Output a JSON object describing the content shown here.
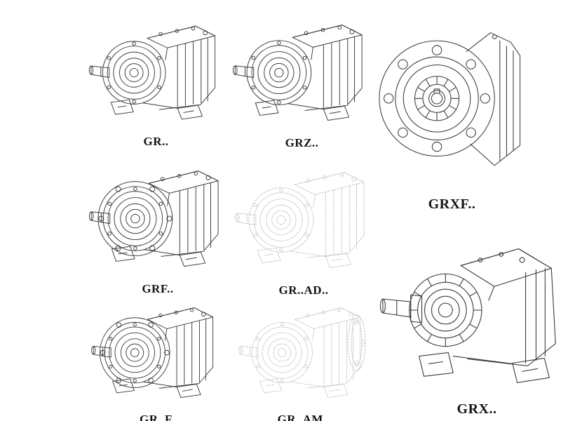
{
  "page": {
    "background": "#ffffff",
    "line_color": "#3a3a3a",
    "ghost_line_color": "#c6c6c6",
    "label_color": "#141414"
  },
  "models": [
    {
      "label": "GR.."
    },
    {
      "label": "GRZ.."
    },
    {
      "label": "GRXF.."
    },
    {
      "label": "GRF.."
    },
    {
      "label": "GR..AD.."
    },
    {
      "label": "GR..F"
    },
    {
      "label": "GR..AM.."
    },
    {
      "label": "GRX.."
    }
  ]
}
